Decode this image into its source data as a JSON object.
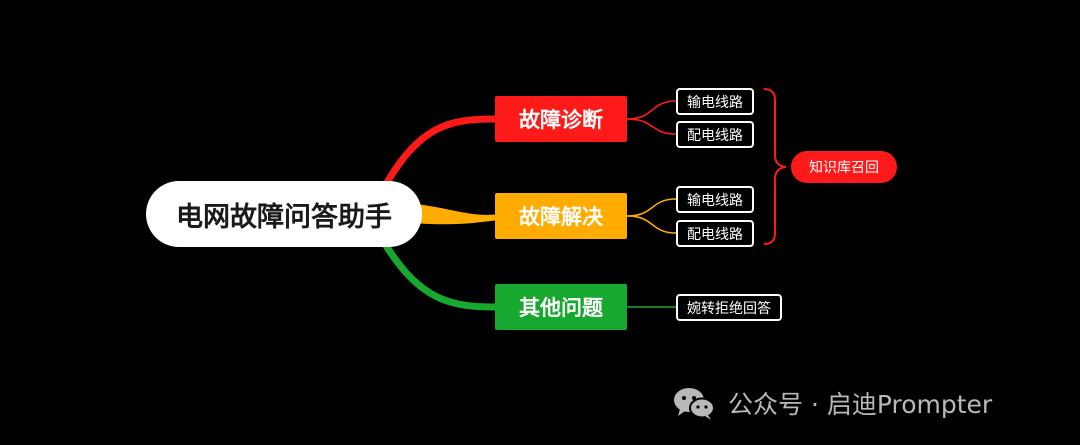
{
  "colors": {
    "background": "#000000",
    "diagnosis": "#ff1a1a",
    "solution": "#ffab00",
    "other": "#17a92f",
    "knowledge": "#ff1a1a",
    "watermark": "#b9b9b9"
  },
  "root": {
    "label": "电网故障问答助手"
  },
  "branches": [
    {
      "label": "故障诊断",
      "leaves": [
        "输电线路",
        "配电线路"
      ]
    },
    {
      "label": "故障解决",
      "leaves": [
        "输电线路",
        "配电线路"
      ]
    },
    {
      "label": "其他问题",
      "leaves": [
        "婉转拒绝回答"
      ]
    }
  ],
  "knowledge_recall": {
    "label": "知识库召回"
  },
  "watermark": {
    "text": "公众号 · 启迪Prompter",
    "icon": "wechat-icon"
  }
}
